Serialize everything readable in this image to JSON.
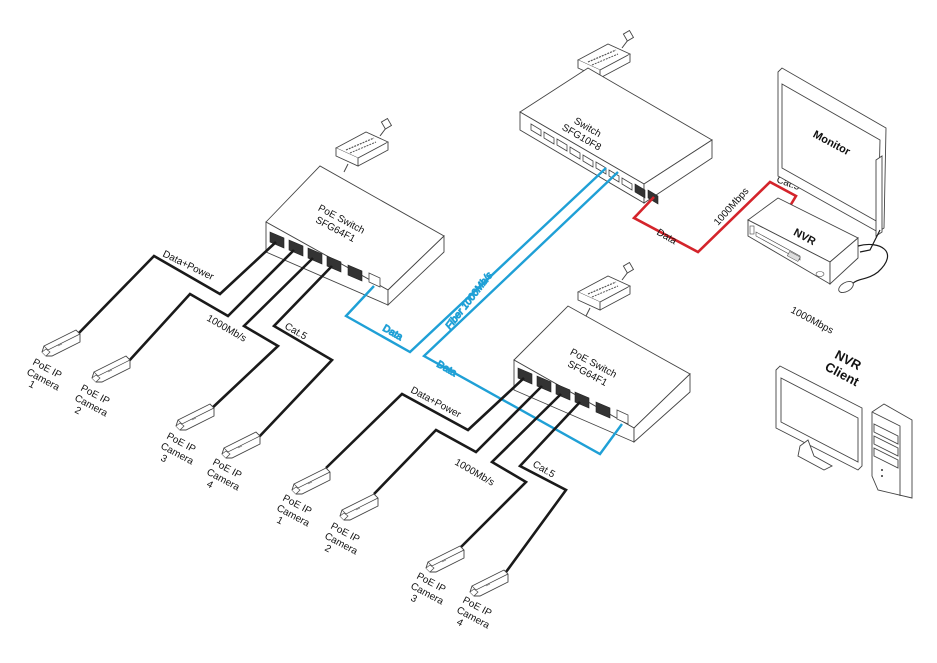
{
  "colors": {
    "fiber": "#1fa0d6",
    "uplink": "#d4242b",
    "poe_cable": "#1a1a1a",
    "device_outline": "#444444"
  },
  "devices": {
    "core_switch": {
      "line1": "Switch",
      "line2": "SFG10F8",
      "icon": "switch-icon"
    },
    "poe_switch_left": {
      "line1": "PoE Switch",
      "line2": "SFG64F1",
      "icon": "poe-switch-icon"
    },
    "poe_switch_right": {
      "line1": "PoE Switch",
      "line2": "SFG64F1",
      "icon": "poe-switch-icon"
    },
    "monitor": {
      "label": "Monitor",
      "icon": "monitor-icon"
    },
    "nvr": {
      "label": "NVR",
      "icon": "nvr-icon"
    },
    "nvr_client": {
      "line1": "NVR",
      "line2": "Client",
      "icon": "desktop-computer-icon"
    }
  },
  "cameras_left": [
    {
      "line1": "PoE IP",
      "line2": "Camera",
      "line3": "1"
    },
    {
      "line1": "PoE IP",
      "line2": "Camera",
      "line3": "2"
    },
    {
      "line1": "PoE IP",
      "line2": "Camera",
      "line3": "3"
    },
    {
      "line1": "PoE IP",
      "line2": "Camera",
      "line3": "4"
    }
  ],
  "cameras_right": [
    {
      "line1": "PoE IP",
      "line2": "Camera",
      "line3": "1"
    },
    {
      "line1": "PoE IP",
      "line2": "Camera",
      "line3": "2"
    },
    {
      "line1": "PoE IP",
      "line2": "Camera",
      "line3": "3"
    },
    {
      "line1": "PoE IP",
      "line2": "Camera",
      "line3": "4"
    }
  ],
  "links": {
    "left_data_power": "Data+Power",
    "left_speed": "1000Mb/s",
    "left_cable": "Cat.5",
    "left_data": "Data",
    "fiber": "Fiber  1000Mb/s",
    "right_data": "Data",
    "right_data_power": "Data+Power",
    "right_speed": "1000Mb/s",
    "right_cable": "Cat.5",
    "nvr_data": "Data",
    "nvr_speed": "1000Mbps",
    "nvr_cable": "Cat.5",
    "client_speed": "1000Mbps"
  }
}
